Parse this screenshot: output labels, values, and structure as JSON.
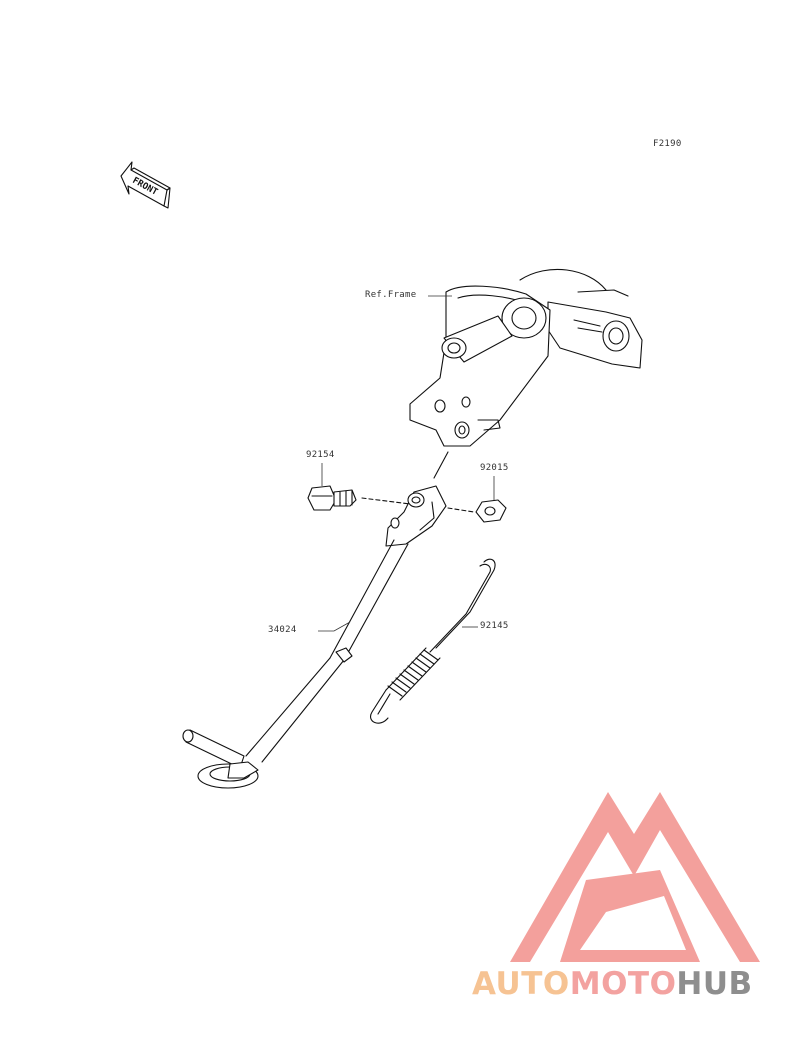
{
  "diagram_code": "F2190",
  "front_arrow_label": "FRONT",
  "ref_frame_label": "Ref.Frame",
  "parts": [
    {
      "number": "92154"
    },
    {
      "number": "92015"
    },
    {
      "number": "34024"
    },
    {
      "number": "92145"
    }
  ],
  "watermark": {
    "text_part1": "AUTO",
    "text_part2": "MOTO",
    "text_part3": "HUB",
    "color_part1": "#f6c393",
    "color_part2": "#f3a2a0",
    "color_part3": "#8e8e8e",
    "logo_color": "#f3a09c"
  }
}
